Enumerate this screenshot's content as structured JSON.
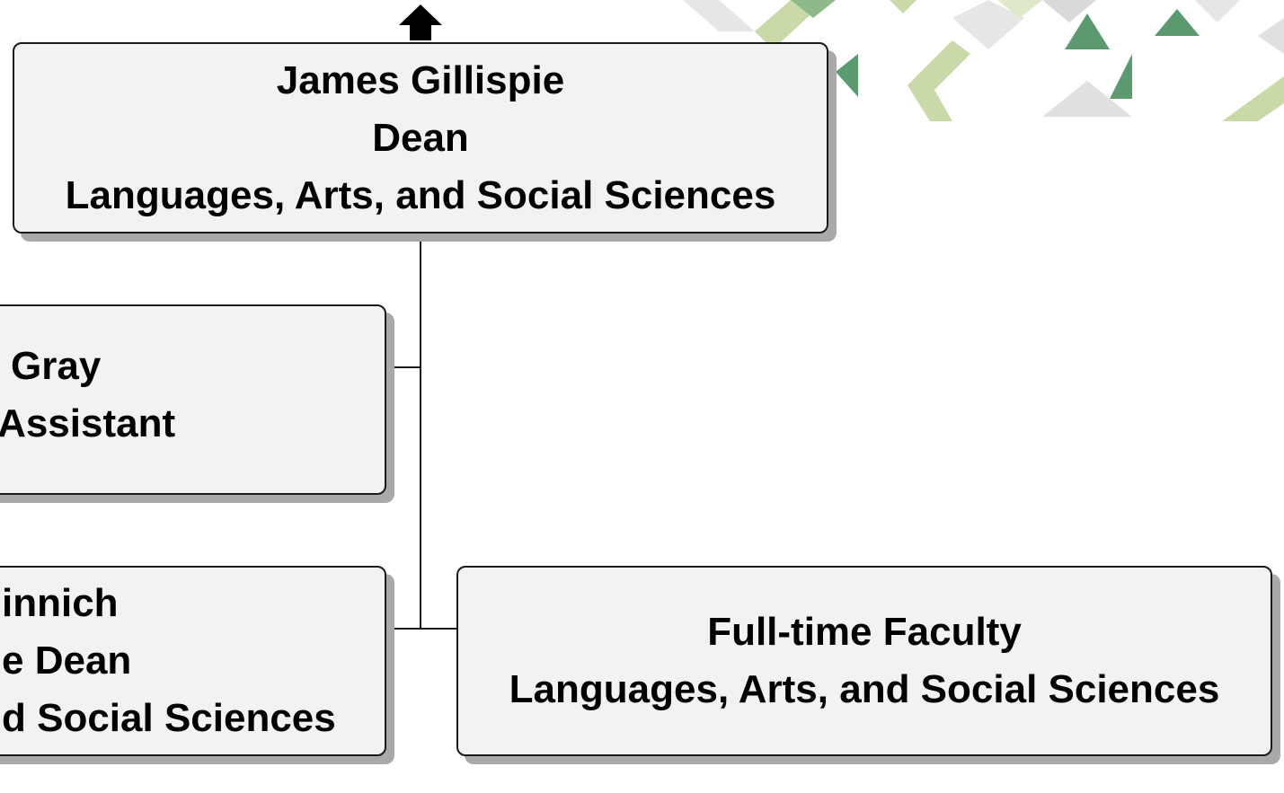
{
  "colors": {
    "box_fill": "#f2f2f2",
    "box_border": "#1a1a1a",
    "box_shadow": "#a9a9a9",
    "connector": "#1a1a1a",
    "deco_light_green": "#c9d9a8",
    "deco_mid_green": "#8fb98a",
    "deco_dark_green": "#5a9a6e",
    "deco_grey": "#d9d9d9"
  },
  "org_chart": {
    "up_arrow_icon": "arrow-up-icon",
    "dean": {
      "name": "James Gillispie",
      "title": "Dean",
      "department": "Languages, Arts, and Social Sciences"
    },
    "assistant": {
      "name": "Gray",
      "title": "e Assistant"
    },
    "associate_dean": {
      "name": "innich",
      "title": "e Dean",
      "department": "d Social Sciences"
    },
    "faculty": {
      "name": "Full-time Faculty",
      "department": "Languages, Arts, and Social Sciences"
    }
  }
}
